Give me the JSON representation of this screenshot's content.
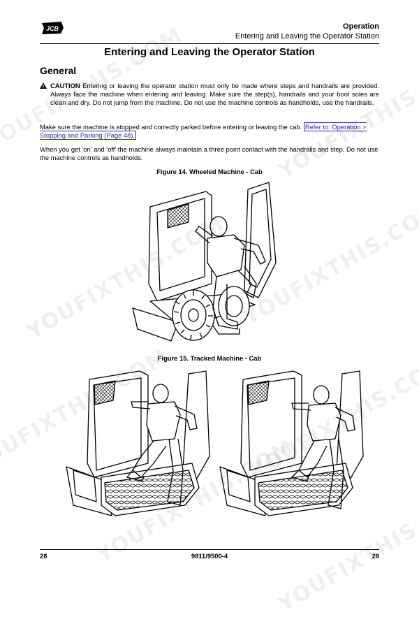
{
  "header": {
    "logo_text": "JCB",
    "section": "Operation",
    "subsection": "Entering and Leaving the Operator Station"
  },
  "page_title": "Entering and Leaving the Operator Station",
  "general": {
    "heading": "General",
    "caution_label": "CAUTION",
    "caution_text": " Entering or leaving the operator station must only be made where steps and handrails are provided. Always face the machine when entering and leaving. Make sure the step(s), handrails and your boot soles are clean and dry. Do not jump from the machine. Do not use the machine controls as handholds, use the handrails."
  },
  "para1": {
    "text": "Make sure the machine is stopped and correctly parked before entering or leaving the cab. ",
    "link": "Refer to: Operation > Stopping and Parking (Page 48)."
  },
  "para2": "When you get 'on' and 'off' the machine always maintain a three point contact with the handrails and step. Do not use the machine controls as handholds.",
  "figures": [
    {
      "caption": "Figure 14. Wheeled Machine - Cab"
    },
    {
      "caption": "Figure 15. Tracked Machine - Cab"
    }
  ],
  "footer": {
    "page_left": "28",
    "doc_number": "9811/9500-4",
    "page_right": "28"
  },
  "watermark": "YOUFIXTHIS.COM"
}
